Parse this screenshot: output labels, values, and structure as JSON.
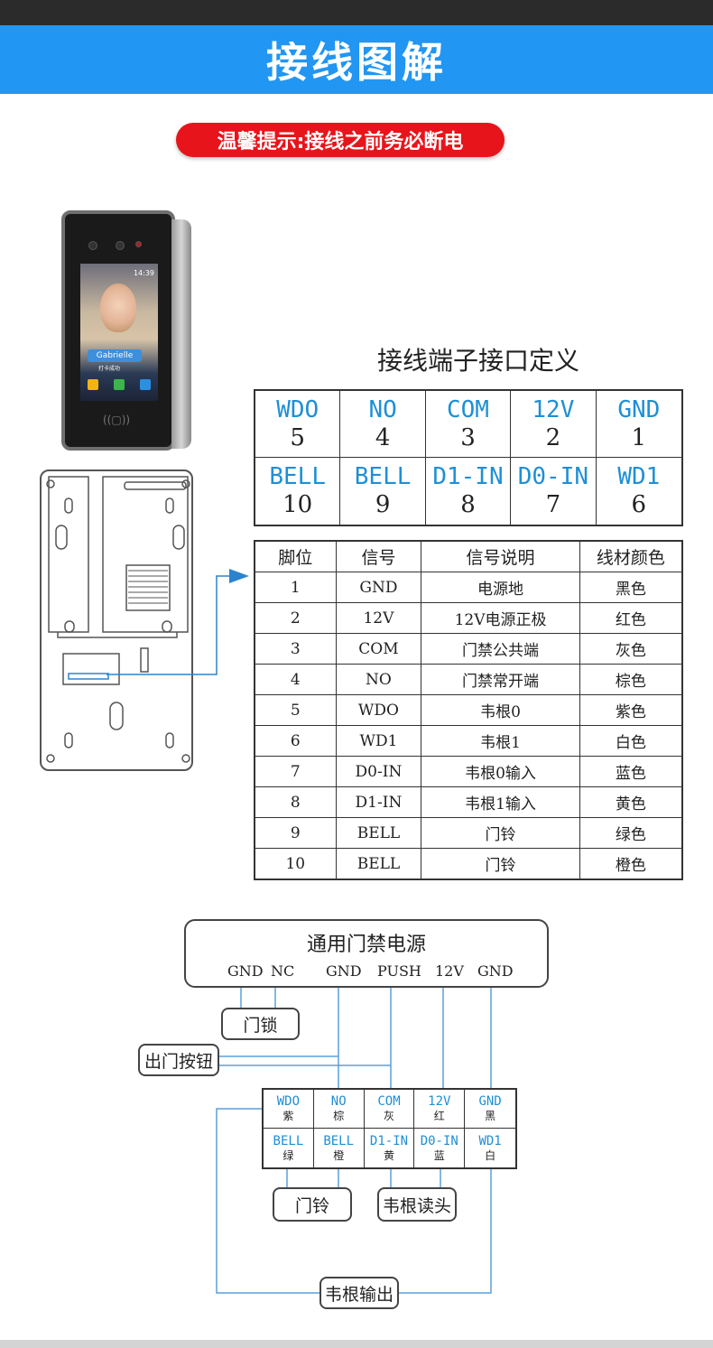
{
  "header": {
    "title": "接线图解"
  },
  "tip": "温馨提示:接线之前务必断电",
  "device": {
    "name_tag": "Gabrielle",
    "sub_text": "打卡成功",
    "time": "14:39"
  },
  "terminal_title": "接线端子接口定义",
  "terminals": [
    {
      "name": "WDO",
      "num": "5"
    },
    {
      "name": "NO",
      "num": "4"
    },
    {
      "name": "COM",
      "num": "3"
    },
    {
      "name": "12V",
      "num": "2"
    },
    {
      "name": "GND",
      "num": "1"
    },
    {
      "name": "BELL",
      "num": "10"
    },
    {
      "name": "BELL",
      "num": "9"
    },
    {
      "name": "D1-IN",
      "num": "8"
    },
    {
      "name": "D0-IN",
      "num": "7"
    },
    {
      "name": "WD1",
      "num": "6"
    }
  ],
  "definition_table": {
    "headers": [
      "脚位",
      "信号",
      "信号说明",
      "线材颜色"
    ],
    "rows": [
      [
        "1",
        "GND",
        "电源地",
        "黑色"
      ],
      [
        "2",
        "12V",
        "12V电源正极",
        "红色"
      ],
      [
        "3",
        "COM",
        "门禁公共端",
        "灰色"
      ],
      [
        "4",
        "NO",
        "门禁常开端",
        "棕色"
      ],
      [
        "5",
        "WDO",
        "韦根0",
        "紫色"
      ],
      [
        "6",
        "WD1",
        "韦根1",
        "白色"
      ],
      [
        "7",
        "D0-IN",
        "韦根0输入",
        "蓝色"
      ],
      [
        "8",
        "D1-IN",
        "韦根1输入",
        "黄色"
      ],
      [
        "9",
        "BELL",
        "门铃",
        "绿色"
      ],
      [
        "10",
        "BELL",
        "门铃",
        "橙色"
      ]
    ]
  },
  "wiring": {
    "psu_title": "通用门禁电源",
    "psu_pins": [
      "GND",
      "NC",
      "GND",
      "PUSH",
      "12V",
      "GND"
    ],
    "lock": "门锁",
    "exit_button": "出门按钮",
    "doorbell": "门铃",
    "wiegand_reader": "韦根读头",
    "wiegand_output": "韦根输出",
    "grid": [
      {
        "name": "WDO",
        "color": "紫"
      },
      {
        "name": "NO",
        "color": "棕"
      },
      {
        "name": "COM",
        "color": "灰"
      },
      {
        "name": "12V",
        "color": "红"
      },
      {
        "name": "GND",
        "color": "黑"
      },
      {
        "name": "BELL",
        "color": "绿"
      },
      {
        "name": "BELL",
        "color": "橙"
      },
      {
        "name": "D1-IN",
        "color": "黄"
      },
      {
        "name": "D0-IN",
        "color": "蓝"
      },
      {
        "name": "WD1",
        "color": "白"
      }
    ]
  },
  "colors": {
    "header_blue": "#2196f3",
    "tip_red": "#e8141b",
    "label_blue": "#1e8fd6"
  }
}
